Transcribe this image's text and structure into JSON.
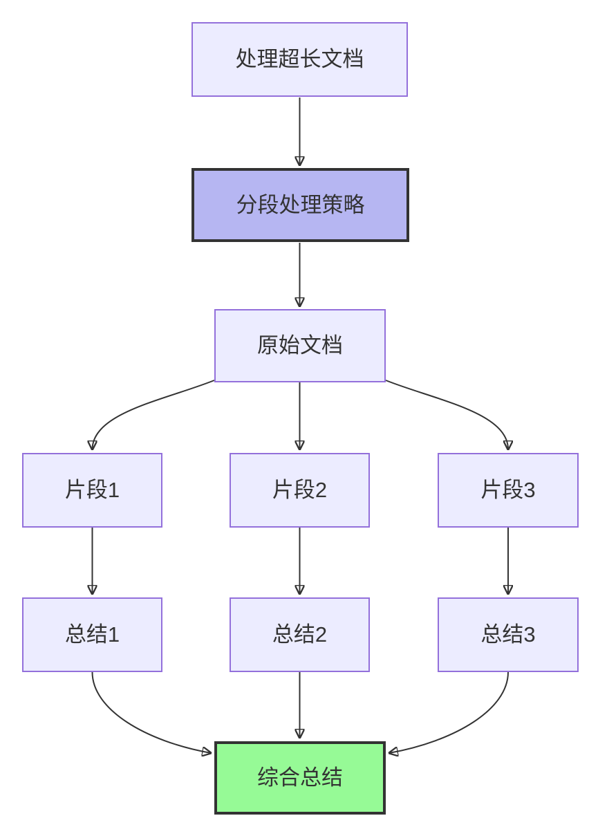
{
  "diagram": {
    "type": "flowchart",
    "direction": "top-down",
    "background_color": "#FFFFFF",
    "colors": {
      "node_fill": "#ECECFF",
      "node_border": "#9370DB",
      "strategy_node_fill": "#B6B6F2",
      "final_node_fill": "#96FA96",
      "emphasis_border": "#333333",
      "edge": "#333333",
      "text": "#333333"
    },
    "nodes": [
      {
        "id": "task",
        "label": "处理超长文档",
        "style": "default"
      },
      {
        "id": "strategy",
        "label": "分段处理策略",
        "style": "emphasis-purple"
      },
      {
        "id": "doc",
        "label": "原始文档",
        "style": "default"
      },
      {
        "id": "frag1",
        "label": "片段1",
        "style": "default"
      },
      {
        "id": "frag2",
        "label": "片段2",
        "style": "default"
      },
      {
        "id": "frag3",
        "label": "片段3",
        "style": "default"
      },
      {
        "id": "sum1",
        "label": "总结1",
        "style": "default"
      },
      {
        "id": "sum2",
        "label": "总结2",
        "style": "default"
      },
      {
        "id": "sum3",
        "label": "总结3",
        "style": "default"
      },
      {
        "id": "final",
        "label": "综合总结",
        "style": "emphasis-green"
      }
    ],
    "edges": [
      {
        "from": "task",
        "to": "strategy"
      },
      {
        "from": "strategy",
        "to": "doc"
      },
      {
        "from": "doc",
        "to": "frag1"
      },
      {
        "from": "doc",
        "to": "frag2"
      },
      {
        "from": "doc",
        "to": "frag3"
      },
      {
        "from": "frag1",
        "to": "sum1"
      },
      {
        "from": "frag2",
        "to": "sum2"
      },
      {
        "from": "frag3",
        "to": "sum3"
      },
      {
        "from": "sum1",
        "to": "final"
      },
      {
        "from": "sum2",
        "to": "final"
      },
      {
        "from": "sum3",
        "to": "final"
      }
    ]
  }
}
